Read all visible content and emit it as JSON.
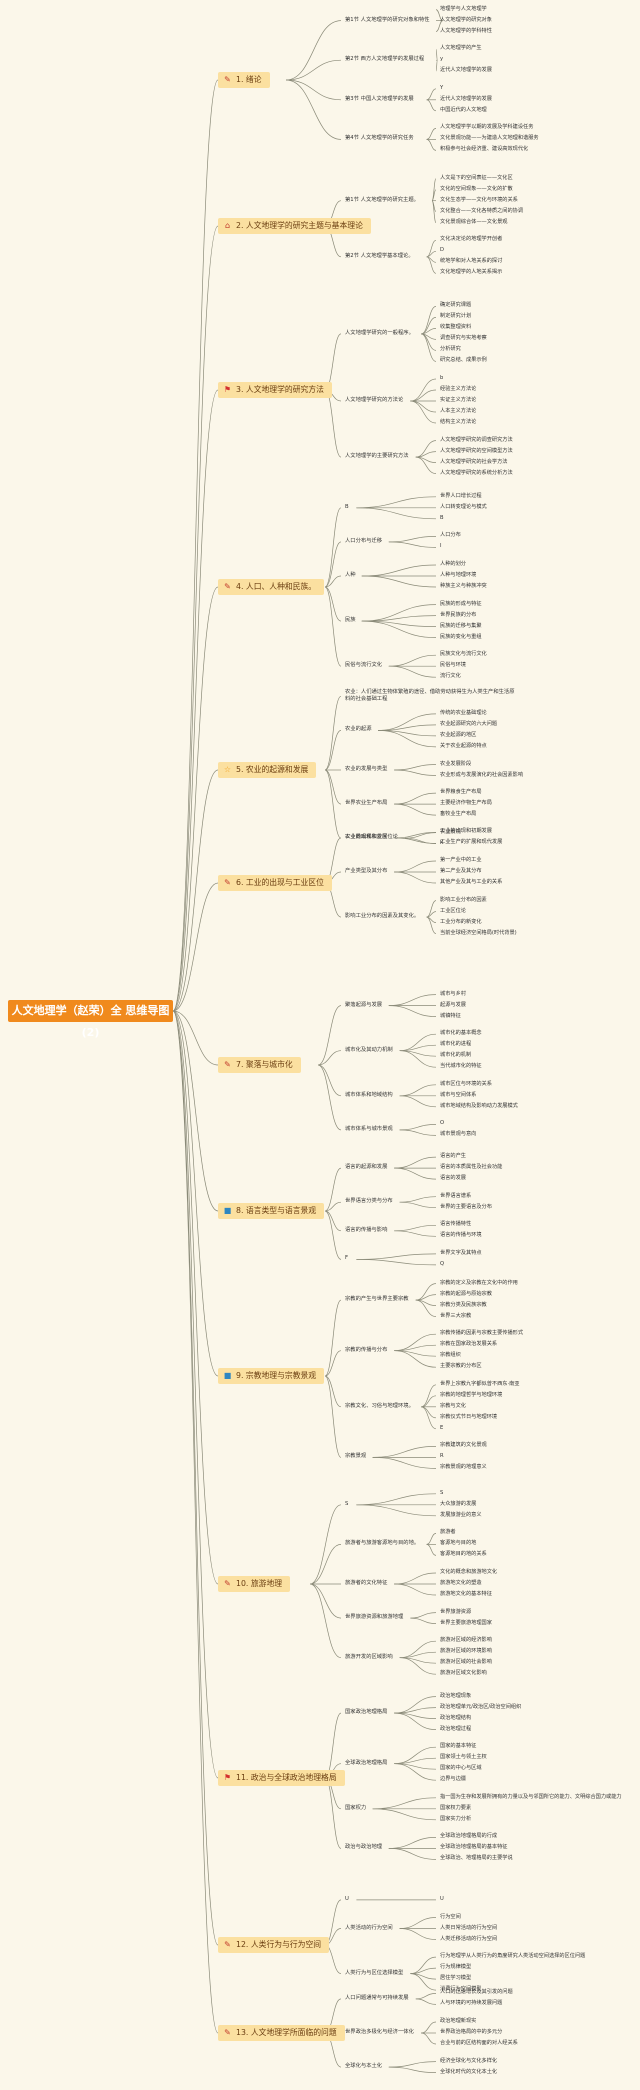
{
  "root": {
    "title": "人文地理学（赵荣）全 思维导图(2)"
  },
  "chapters": [
    {
      "title": "1. 绪论",
      "icon": "pen-icon",
      "icon_color": "#c0392b",
      "children": [
        {
          "label": "第1节 人文地理学的研究对象和特性",
          "items": [
            "地理学与人文地理学",
            "人文地理学的研究对象",
            "人文地理学的学科特性"
          ]
        },
        {
          "label": "第2节 西方人文地理学的发展过程",
          "items": [
            "人文地理学的产生",
            "y",
            "近代人文地理学的发展"
          ]
        },
        {
          "label": "第3节 中国人文地理学的发展",
          "items": [
            "Y",
            "近代人文地理学的发展",
            "中国近代的人文地理"
          ]
        },
        {
          "label": "第4节 人文地理学的研究任务",
          "items": [
            "人文地理学学以期的发展及学科建设任务",
            "文化景观功能——为建造人文地理和谐服务",
            "积极参与社会经济重、建设高效现代化"
          ]
        }
      ]
    },
    {
      "title": "2. 人文地理学的研究主题与基本理论",
      "icon": "house-icon",
      "icon_color": "#c0392b",
      "children": [
        {
          "label": "第1节 人文地理学的研究主题。",
          "items": [
            "人文是下的空间表征——文化区",
            "文化的空间现象——文化的扩散",
            "文化生态学——文化与环境的关系",
            "文化整合——文化各特质之间的协调",
            "文化景观综合体——文化景观"
          ]
        },
        {
          "label": "第2节 人文地理学基本理论。",
          "items": [
            "文化决定论的地理学开创者",
            "D",
            "统地学和对人地关系的探讨",
            "文化地理学的人地关系揭示"
          ]
        }
      ]
    },
    {
      "title": "3. 人文地理学的研究方法",
      "icon": "flag-icon",
      "icon_color": "#d32f2f",
      "children": [
        {
          "label": "人文地理学研究的一般程序。",
          "items": [
            "确定研究课题",
            "制定研究计划",
            "收集整理资料",
            "调查研究与实地考察",
            "分析研究",
            "研究总结、成果示例"
          ]
        },
        {
          "label": "人文地理学研究的方法论",
          "items": [
            "b",
            "经验主义方法论",
            "实证主义方法论",
            "人本主义方法论",
            "结构主义方法论"
          ]
        },
        {
          "label": "人文地理学的主要研究方法",
          "items": [
            "人文地理学研究的调查研究方法",
            "人文地理学研究的空间模型方法",
            "人文地理学研究的社会学方法",
            "人文地理学研究的系统分析方法"
          ]
        }
      ]
    },
    {
      "title": "4. 人口、人种和民族。",
      "icon": "pen-icon",
      "icon_color": "#c0392b",
      "children": [
        {
          "label": "B",
          "items": [
            "世界人口增长过程",
            "人口转变理论与模式",
            "B"
          ]
        },
        {
          "label": "人口分布与迁移",
          "items": [
            "人口分布",
            "I"
          ]
        },
        {
          "label": "人种",
          "items": [
            "人种的划分",
            "人种与地理环境",
            "种族主义与种族冲突"
          ]
        },
        {
          "label": "民族",
          "items": [
            "民族的形成与特征",
            "世界民族的分布",
            "民族的迁移与集聚",
            "民族的变化与重组"
          ]
        },
        {
          "label": "民俗与流行文化",
          "items": [
            "民族文化与流行文化",
            "民俗与环境",
            "流行文化"
          ]
        }
      ]
    },
    {
      "title": "5. 农业的起源和发展",
      "icon": "star-icon",
      "icon_color": "#f0a020",
      "children": [
        {
          "label": "农业：人们通过生物体繁殖的途径、借助劳动获得生为人类生产和生活原料的社会基础工程",
          "items": []
        },
        {
          "label": "农业的起源",
          "items": [
            "传统的农业基础理论",
            "农业起源研究的六大问题",
            "农业起源的地区",
            "关于农业起源的特点"
          ]
        },
        {
          "label": "农业的发展与类型",
          "items": [
            "农业发展阶段",
            "农业形成与发展演化的社会因素影响"
          ]
        },
        {
          "label": "世界农业生产布局",
          "items": [
            "世界粮食生产布局",
            "主要经济作物生产布局",
            "畜牧业生产布局"
          ]
        },
        {
          "label": "农业景观和农业区位论",
          "items": [
            "农业景观",
            "K"
          ]
        }
      ]
    },
    {
      "title": "6. 工业的出现与工业区位",
      "icon": "pen-icon",
      "icon_color": "#c0392b",
      "children": [
        {
          "label": "工业的出现和发展",
          "items": [
            "工业的出现和初期发展",
            "工业生产的扩展和现代发展"
          ]
        },
        {
          "label": "产业类型及其分布",
          "items": [
            "第一产业中的工业",
            "第二产业及其分布",
            "其他产业及其与工业的关系"
          ]
        },
        {
          "label": "影响工业分布的因素及其变化。",
          "items": [
            "影响工业分布的因素",
            "工业区位论",
            "工业分布的新变化",
            "当前全球经济空间格局(时代背景)"
          ]
        }
      ]
    },
    {
      "title": "7. 聚落与城市化",
      "icon": "pen-icon",
      "icon_color": "#c0392b",
      "children": [
        {
          "label": "聚落起源与发展",
          "items": [
            "城市与乡村",
            "起源与发展",
            "城镇特征"
          ]
        },
        {
          "label": "城市化及其动力机制",
          "items": [
            "城市化的基本概念",
            "城市化的进程",
            "城市化的机制",
            "当代城市化的特征"
          ]
        },
        {
          "label": "城市体系和地域结构",
          "items": [
            "城市区位与环境的关系",
            "城市与空间体系",
            "城市地域结构及影响动力发展模式"
          ]
        },
        {
          "label": "城市体系与城市景观",
          "items": [
            "O",
            "城市景观与意向"
          ]
        }
      ]
    },
    {
      "title": "8. 语言类型与语言景观",
      "icon": "square-icon",
      "icon_color": "#2e86c1",
      "children": [
        {
          "label": "语言的起源和发展",
          "items": [
            "语言的产生",
            "语言的本质属性及社会功能",
            "语言的发展"
          ]
        },
        {
          "label": "世界语言分类与分布",
          "items": [
            "世界语言谱系",
            "世界的主要语言及分布"
          ]
        },
        {
          "label": "语言的传播与影响",
          "items": [
            "语言传播特性",
            "语言的传播与环境"
          ]
        },
        {
          "label": "F",
          "items": [
            "世界文字及其特点",
            "Q"
          ]
        }
      ]
    },
    {
      "title": "9. 宗教地理与宗教景观",
      "icon": "square-icon",
      "icon_color": "#2e86c1",
      "children": [
        {
          "label": "宗教的产生与世界主要宗教",
          "items": [
            "宗教的定义及宗教在文化中的作用",
            "宗教的起源与原始宗教",
            "宗教分类及民族宗教",
            "世界三大宗教"
          ]
        },
        {
          "label": "宗教的传播与分布",
          "items": [
            "宗教传播的因素与宗教主要传播形式",
            "宗教在国家政治发展关系",
            "宗教组织",
            "主要宗教的分布区"
          ]
        },
        {
          "label": "宗教文化、习俗与地理环境。",
          "items": [
            "世界上宗教九字都似曾不西东·南亚",
            "宗教的地理哲学与地理环境",
            "宗教与文化",
            "宗教仪式节日与地理环境",
            "E"
          ]
        },
        {
          "label": "宗教景观",
          "items": [
            "宗教建筑的文化景观",
            "R",
            "宗教景观的地理意义"
          ]
        }
      ]
    },
    {
      "title": "10. 旅游地理",
      "icon": "pen-icon",
      "icon_color": "#c0392b",
      "children": [
        {
          "label": "S",
          "items": [
            "S",
            "大众旅游的发展",
            "发展旅游业的意义"
          ]
        },
        {
          "label": "旅游者与旅游客源地与目的地。",
          "items": [
            "旅游者",
            "客源地与目的地",
            "客源地目的地的关系"
          ]
        },
        {
          "label": "旅游者的文化特征",
          "items": [
            "文化的概念和旅游地文化",
            "旅游地文化的塑造",
            "旅游地文化的基本特征"
          ]
        },
        {
          "label": "世界旅游资源和旅游地理",
          "items": [
            "世界旅游资源",
            "世界主要旅游地理国家"
          ]
        },
        {
          "label": "旅游开发的区域影响",
          "items": [
            "旅游对区域的经济影响",
            "旅游对区域的环境影响",
            "旅游对区域的社会影响",
            "旅游对区域文化影响"
          ]
        }
      ]
    },
    {
      "title": "11. 政治与全球政治地理格局",
      "icon": "flag-icon",
      "icon_color": "#d32f2f",
      "children": [
        {
          "label": "国家政治地理格局",
          "items": [
            "政治地理现象",
            "政治地理单元/政治区/政治空间组织",
            "政治地理结构",
            "政治地理过程"
          ]
        },
        {
          "label": "全球政治地理格局",
          "items": [
            "国家的基本特征",
            "国家领土与领土主权",
            "国家的中心与区域",
            "边界与边疆"
          ]
        },
        {
          "label": "国家权力",
          "items": [
            "指一国为生存和发展所拥有的力量以及与邻国所它的能力、文明综合国力或能力",
            "国家权力要素",
            "国家实力分析"
          ]
        },
        {
          "label": "政治与政治地理",
          "items": [
            "全球政治地理格局的行成",
            "全球政治地理格局的基本特征",
            "全球政治、地理格局的主要学说"
          ]
        }
      ]
    },
    {
      "title": "12. 人类行为与行为空间",
      "icon": "pen-icon",
      "icon_color": "#c0392b",
      "children": [
        {
          "label": "U",
          "items": [
            "U"
          ]
        },
        {
          "label": "人类活动的行为空间",
          "items": [
            "行为空间",
            "人类日常活动的行为空间",
            "人类迁移活动的行为空间"
          ]
        },
        {
          "label": "人类行为与区位选择模型",
          "items": [
            "行为地理学从人类行为的角度研究人类活动空间选择的区位问题",
            "行为规律模型",
            "居住学习模型",
            "消费行为空间模型"
          ]
        }
      ]
    },
    {
      "title": "13. 人文地理学所面临的问题",
      "icon": "pen-icon",
      "icon_color": "#c0392b",
      "children": [
        {
          "label": "人口问题通常与可持续发展",
          "items": [
            "人口的迅速增长及其引发的问题",
            "人与环境的可持续发展问题"
          ]
        },
        {
          "label": "世界政治多极化与经济一体化",
          "items": [
            "政治地理新现实",
            "世界政治格局的中的多元分",
            "合业与前的区结构面的对人经关系"
          ]
        },
        {
          "label": "全球化与本土化",
          "items": [
            "经济全球化与文化多样化",
            "全球化时代的文化本土化"
          ]
        }
      ]
    }
  ]
}
